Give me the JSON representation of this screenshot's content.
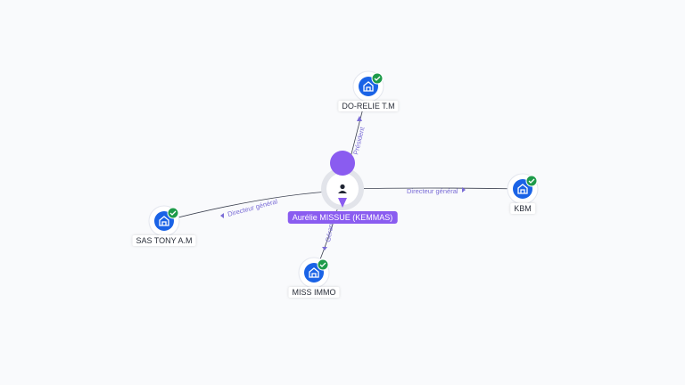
{
  "center": {
    "name": "Aurélie MISSUE (KEMMAS)",
    "icon": "person-icon",
    "color": "#8a5cf0"
  },
  "companies": [
    {
      "id": "do-relie",
      "name": "DO-RELIE T.M",
      "role": "Président",
      "icon": "building-icon",
      "badge": "verified-check-icon"
    },
    {
      "id": "kbm",
      "name": "KBM",
      "role": "Directeur général",
      "icon": "building-icon",
      "badge": "verified-check-icon"
    },
    {
      "id": "sas-tony",
      "name": "SAS TONY A.M",
      "role": "Directeur général",
      "icon": "building-icon",
      "badge": "verified-check-icon"
    },
    {
      "id": "miss-immo",
      "name": "MISS IMMO",
      "role": "Gérant",
      "icon": "building-icon",
      "badge": "verified-check-icon"
    }
  ],
  "colors": {
    "company_icon": "#1a63e6",
    "badge": "#1e9b4a",
    "edge": "#3c4150",
    "edge_label": "#7a6cd6"
  }
}
